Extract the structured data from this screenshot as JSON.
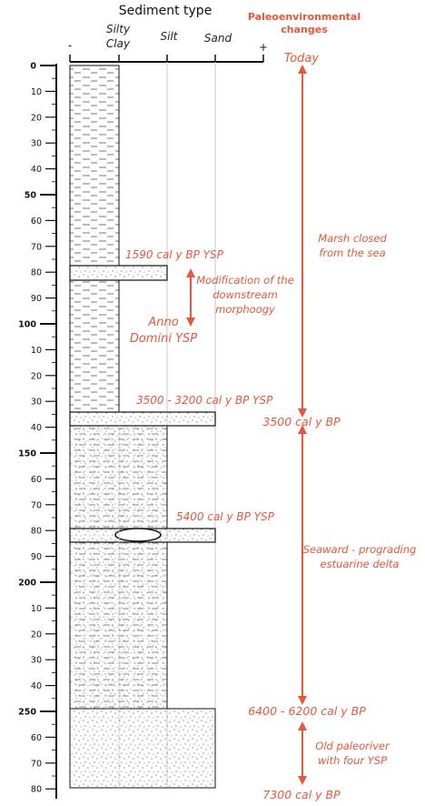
{
  "header": {
    "sediment_type": "Sediment type",
    "paleo_line1": "Paleoenvironmental",
    "paleo_line2": "changes",
    "minus": "-",
    "plus": "+",
    "col_silty_1": "Silty",
    "col_silty_2": "Clay",
    "col_silt": "Silt",
    "col_sand": "Sand"
  },
  "depth_axis": {
    "labels": [
      "0",
      "10",
      "20",
      "30",
      "40",
      "50",
      "60",
      "70",
      "80",
      "90",
      "100",
      "10",
      "20",
      "30",
      "40",
      "150",
      "60",
      "70",
      "80",
      "90",
      "200",
      "10",
      "20",
      "30",
      "40",
      "250",
      "60",
      "70",
      "80"
    ]
  },
  "annotations": {
    "ysp_1590": "1590 cal y BP YSP",
    "modification_1": "Modification of the",
    "modification_2": "downstream",
    "modification_3": "morphoogy",
    "anno_1": "Anno",
    "anno_2": "Domini YSP",
    "ysp_3500": "3500 - 3200 cal y BP YSP",
    "ysp_5400": "5400 cal y BP YSP"
  },
  "paleo": {
    "today": "Today",
    "marsh_1": "Marsh closed",
    "marsh_2": "from the sea",
    "bp_3500": "3500  cal y BP",
    "seaward_1": "Seaward - prograding",
    "seaward_2": "estuarine delta",
    "bp_6400": "6400 - 6200 cal y BP",
    "old_1": "Old paleoriver",
    "old_2": "with four YSP",
    "bp_7300": "7300 cal y BP"
  },
  "colors": {
    "accent": "#e8573a",
    "ink": "#111111",
    "grid": "#c8c8c8"
  }
}
